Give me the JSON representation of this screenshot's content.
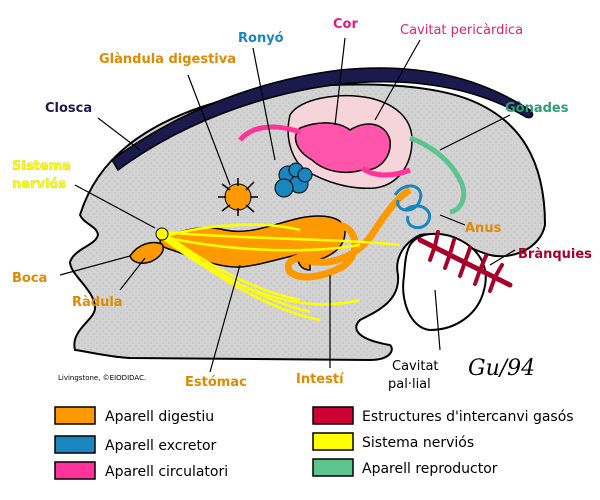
{
  "labels": {
    "closca": "Closca",
    "glandula": "Glàndula digestiva",
    "ronyo": "Ronyó",
    "cor": "Cor",
    "cavitat_pericardica": "Cavitat pericàrdica",
    "gonades": "Gònades",
    "sistema_line1": "Sistema",
    "sistema_line2": "nerviós",
    "boca": "Boca",
    "radula": "Ràdula",
    "anus": "Anus",
    "branquies": "Brànquies",
    "estomac": "Estómac",
    "intesti": "Intestí",
    "cavitat_line1": "Cavitat",
    "cavitat_line2": "pal·lial"
  },
  "credit": "Livingstone, ©EIODIDAC.",
  "signature": "Gu/94",
  "legend": [
    {
      "label": "Aparell digestiu",
      "color": "#ff9900"
    },
    {
      "label": "Aparell excretor",
      "color": "#1a86c0"
    },
    {
      "label": "Aparell circulatori",
      "color": "#ff3399"
    },
    {
      "label": "Estructures d'intercanvi gasós",
      "color": "#cc0033"
    },
    {
      "label": "Sistema nerviós",
      "color": "#ffff00"
    },
    {
      "label": "Aparell reproductor",
      "color": "#5ec48e"
    }
  ],
  "colors": {
    "closca": "#1a1a4d",
    "glandula": "#e08a00",
    "ronyo": "#1a86c0",
    "cor": "#e8177e",
    "cavitat_pericardica": "#e0226c",
    "gonades": "#2e9e73",
    "sistema": "#ffff00",
    "boca": "#e08a00",
    "radula": "#e08a00",
    "anus": "#e08a00",
    "branquies": "#a80028",
    "estomac": "#e08a00",
    "intesti": "#e08a00",
    "cavitat": "#000000",
    "body": "#d3d3d3"
  }
}
